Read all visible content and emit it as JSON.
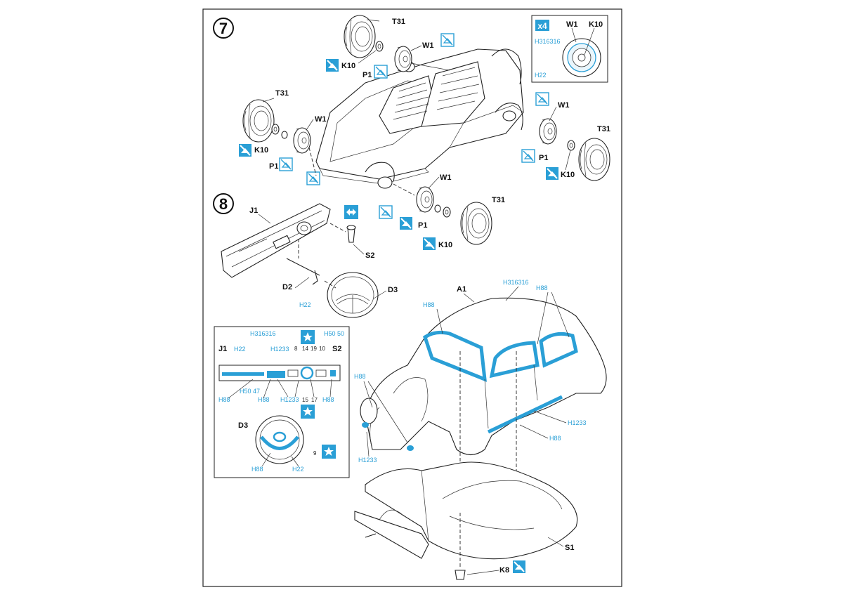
{
  "steps": {
    "step7": "7",
    "step8": "8"
  },
  "labels": {
    "T31": "T31",
    "W1": "W1",
    "K10": "K10",
    "P1": "P1",
    "J1": "J1",
    "S2": "S2",
    "D2": "D2",
    "D3": "D3",
    "A1": "A1",
    "S1": "S1",
    "K8": "K8",
    "x4": "x4"
  },
  "paint": {
    "H316316": "H316316",
    "H22": "H22",
    "H88": "H88",
    "H1233": "H1233",
    "H5050": "H50 50",
    "H5047": "H50 47"
  },
  "detail_numbers": [
    "8",
    "14",
    "19",
    "10",
    "15",
    "17",
    "9"
  ],
  "colors": {
    "paint_blue": "#2a9fd6",
    "line": "#222222"
  },
  "icons": [
    "no-glue-icon",
    "glue-icon",
    "move-direction-icon",
    "star-decal-icon"
  ]
}
